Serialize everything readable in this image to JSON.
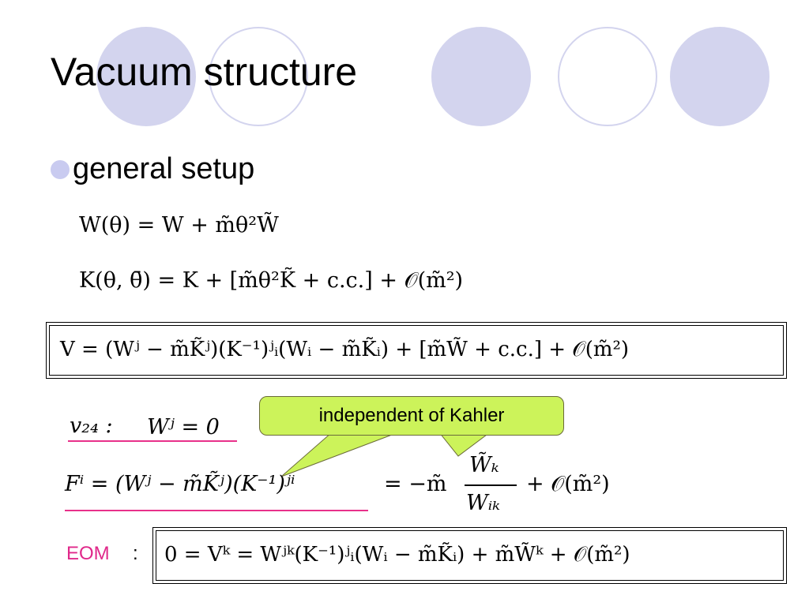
{
  "slide": {
    "title": "Vacuum structure",
    "bullet": "general setup",
    "eq_superpotential": "W(θ) = W + m̃θ²W̃",
    "eq_kahler": "K(θ, θ̄) = K + [m̃θ²K̃ + c.c.] + 𝒪(m̃²)",
    "eq_potential": "V = (Wʲ − m̃K̃ʲ)(K⁻¹)ʲᵢ(Wᵢ − m̃K̃ᵢ) + [m̃W̃ + c.c.] + 𝒪(m̃²)",
    "v24_label": "v₂₄ :",
    "v24_condition": "Wʲ = 0",
    "eq_f_term": "Fⁱ = (Wʲ − m̃K̃ʲ)(K⁻¹)ʲⁱ",
    "eq_f_result_prefix": "= −m̃",
    "eq_f_result_num": "W̃ₖ",
    "eq_f_result_den": "Wᵢₖ",
    "eq_f_result_suffix": "+ 𝒪(m̃²)",
    "eom_label": "EOM",
    "eom_colon": ":",
    "eq_eom": "0 = Vᵏ = Wʲᵏ(K⁻¹)ʲᵢ(Wᵢ − m̃K̃ᵢ) + m̃W̃ᵏ + 𝒪(m̃²)",
    "callout": "independent of Kahler"
  },
  "colors": {
    "decor": "#d3d4ee",
    "bullet": "#c9cbf0",
    "callout_fill": "#ccf35a",
    "accent_pink": "#e8318a"
  }
}
